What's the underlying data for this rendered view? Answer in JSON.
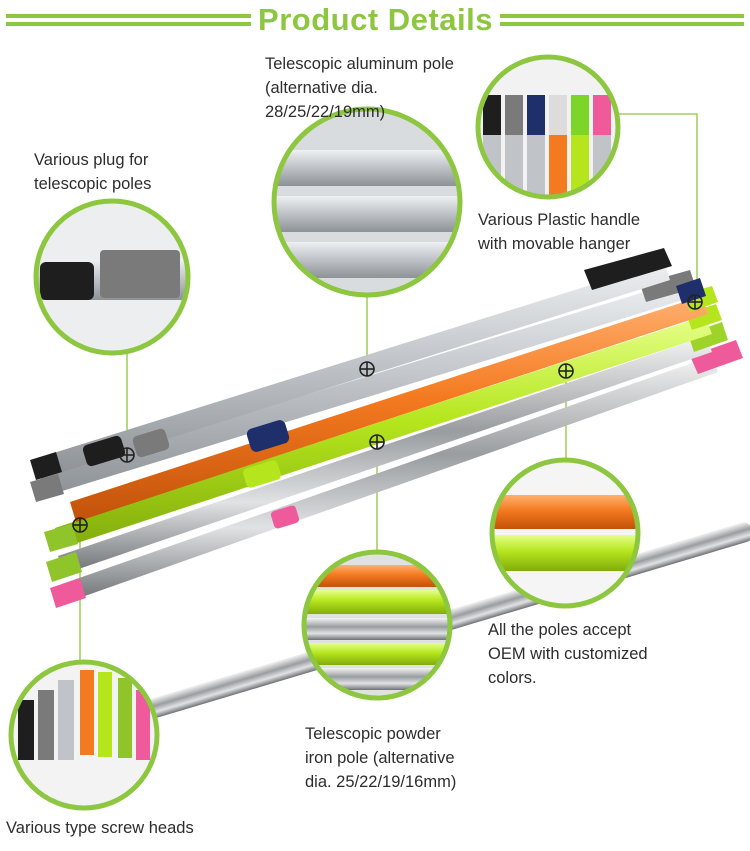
{
  "header": {
    "title": "Product Details"
  },
  "captions": {
    "aluminum_pole": "Telescopic aluminum pole\n (alternative dia.\n28/25/22/19mm)",
    "plug": "Various plug for\ntelescopic poles",
    "plastic_handle": "Various Plastic handle\nwith movable hanger",
    "oem": "All the poles accept\nOEM with customized\ncolors.",
    "powder_iron_pole": "Telescopic powder\niron pole (alternative\ndia. 25/22/19/16mm)",
    "screw_heads": "Various type screw heads"
  },
  "colors": {
    "accent_green": "#8dc63f",
    "silver": "#c4c8cc",
    "orange": "#f47a20",
    "lime": "#b5e61d",
    "pink": "#ee5a9a",
    "navy": "#1f2f6b",
    "gray_cap": "#7a7a7a",
    "black_cap": "#1e1e1e"
  },
  "icons": [
    "crosshair-marker-icon"
  ]
}
